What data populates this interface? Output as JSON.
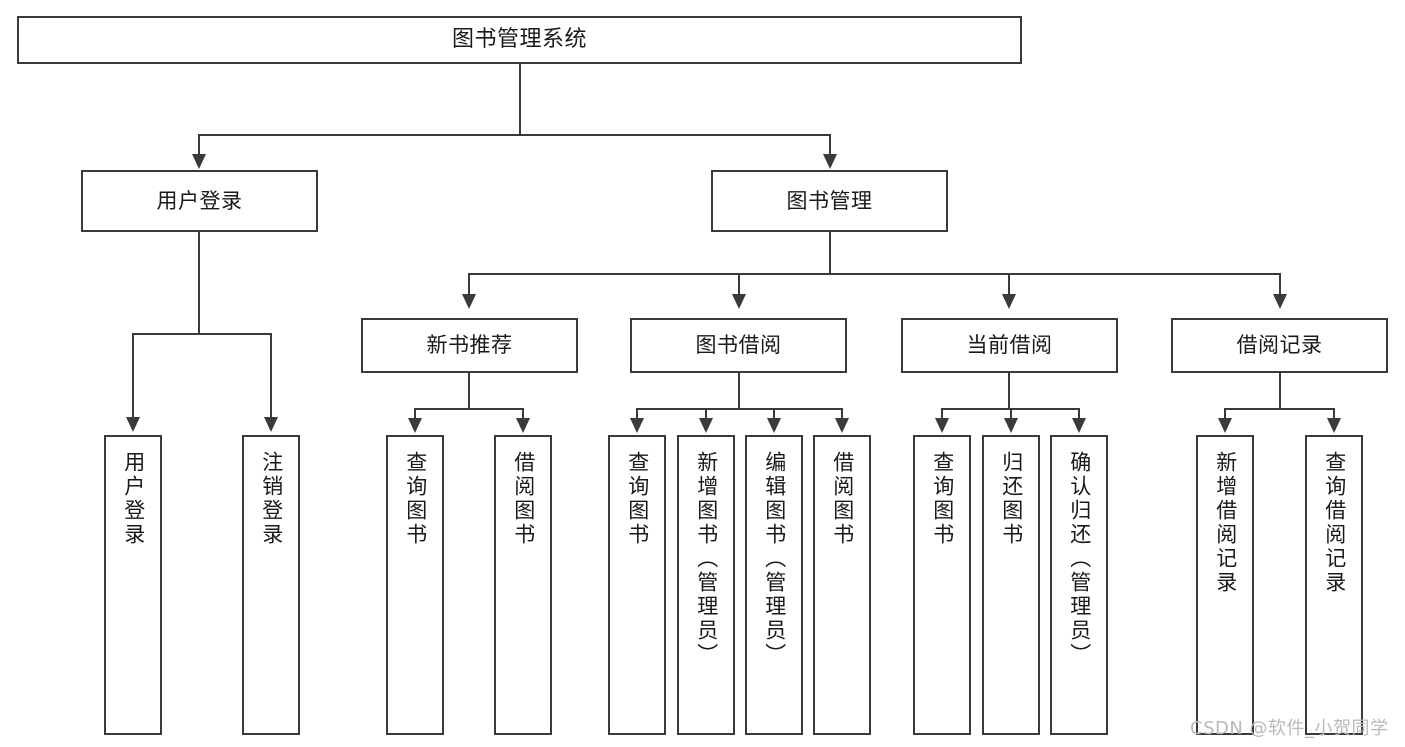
{
  "diagram": {
    "type": "hierarchy-tree",
    "title_node": {
      "label": "图书管理系统"
    },
    "level2": [
      {
        "label": "用户登录"
      },
      {
        "label": "图书管理"
      }
    ],
    "level3": [
      {
        "label": "新书推荐"
      },
      {
        "label": "图书借阅"
      },
      {
        "label": "当前借阅"
      },
      {
        "label": "借阅记录"
      }
    ],
    "leaves": {
      "user_login": [
        {
          "label": "用户登录"
        },
        {
          "label": "注销登录"
        }
      ],
      "new_book_recommend": [
        {
          "label": "查询图书"
        },
        {
          "label": "借阅图书"
        }
      ],
      "book_borrow": [
        {
          "label": "查询图书"
        },
        {
          "label": "新增图书（管理员）"
        },
        {
          "label": "编辑图书（管理员）"
        },
        {
          "label": "借阅图书"
        }
      ],
      "current_borrow": [
        {
          "label": "查询图书"
        },
        {
          "label": "归还图书"
        },
        {
          "label": "确认归还（管理员）"
        }
      ],
      "borrow_record": [
        {
          "label": "新增借阅记录"
        },
        {
          "label": "查询借阅记录"
        }
      ]
    }
  },
  "watermark": {
    "text": "CSDN @软件_小贺同学"
  },
  "colors": {
    "stroke": "#3a3a3a",
    "background": "#ffffff",
    "text": "#1a1a1a",
    "watermark": "#b9b9b9"
  }
}
